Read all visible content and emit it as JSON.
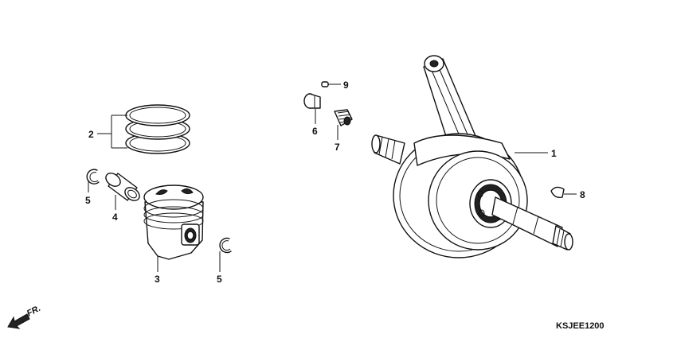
{
  "callouts": {
    "crankshaft": "1",
    "piston_rings": "2",
    "piston": "3",
    "piston_pin": "4",
    "clip_left": "5",
    "clip_right": "5",
    "bolt": "6",
    "tensioner_spring": "7",
    "woodruff_key": "8",
    "pin": "9"
  },
  "direction_label": "FR.",
  "diagram_code": "KSJEE1200"
}
